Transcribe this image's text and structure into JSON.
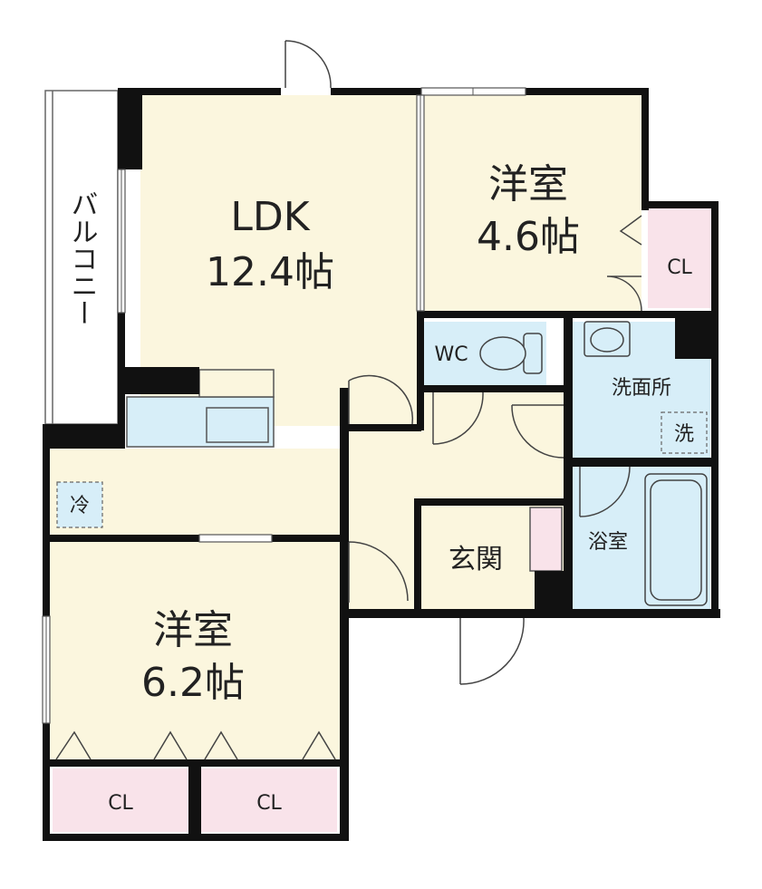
{
  "rooms": {
    "ldk": {
      "name": "LDK",
      "size": "12.4帖"
    },
    "western_a": {
      "name": "洋室",
      "size": "4.6帖"
    },
    "western_b": {
      "name": "洋室",
      "size": "6.2帖"
    },
    "cl_a": "CL",
    "cl_b": "CL",
    "cl_c": "CL",
    "wc": "WC",
    "washroom": "洗面所",
    "washer": "洗",
    "bath": "浴室",
    "entrance": "玄関",
    "balcony": "バルコニー",
    "fridge": "冷"
  },
  "colors": {
    "living": "#fbf6de",
    "wet": "#d7eef8",
    "closet": "#f9e3ea",
    "wall": "#111111"
  }
}
